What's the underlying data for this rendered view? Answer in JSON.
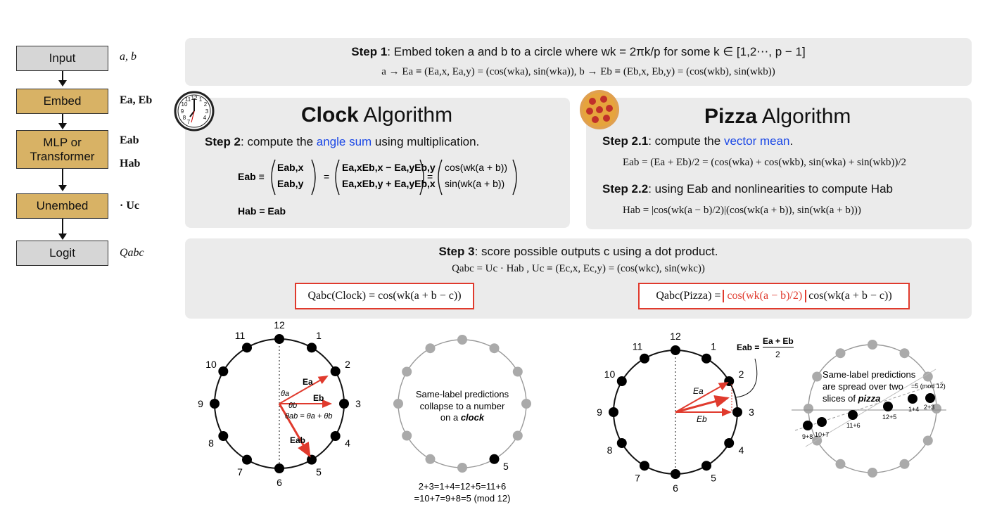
{
  "flow": {
    "input": "Input",
    "embed": "Embed",
    "mlp_line1": "MLP or",
    "mlp_line2": "Transformer",
    "unembed": "Unembed",
    "logit": "Logit",
    "side_input": "a, b",
    "side_embed": "Ea, Eb",
    "side_mlp_e": "Eab",
    "side_mlp_h": "Hab",
    "side_unembed": "· Uc",
    "side_logit": "Qabc"
  },
  "step1": {
    "label": "Step 1",
    "text": ": Embed token a and b to a circle where wk = 2πk/p for some k ∈ [1,2⋯, p − 1]",
    "formula": "a → Ea ≡ (Ea,x, Ea,y) = (cos(wka), sin(wka)), b → Eb ≡ (Eb,x, Eb,y) = (cos(wkb), sin(wkb))"
  },
  "clock": {
    "title_bold": "Clock",
    "title_rest": " Algorithm",
    "step_label": "Step 2",
    "step_text_pre": ": compute the ",
    "step_highlight": "angle sum",
    "step_text_post": " using multiplication.",
    "matrix_lhs": "Eab ≡",
    "vec_top": "Eab,x",
    "vec_bottom": "Eab,y",
    "mid_top": "Ea,xEb,x − Ea,yEb,y",
    "mid_bottom": "Ea,xEb,y + Ea,yEb,x",
    "right_top": "cos(wk(a + b))",
    "right_bottom": "sin(wk(a + b))",
    "h_eq": "Hab = Eab"
  },
  "pizza": {
    "title_bold": "Pizza",
    "title_rest": " Algorithm",
    "step21_label": "Step 2.1",
    "step21_pre": ": compute the ",
    "step21_highlight": "vector mean",
    "step21_post": ".",
    "eq1": "Eab = (Ea + Eb)/2 = (cos(wka) + cos(wkb), sin(wka) + sin(wkb))/2",
    "step22_label": "Step 2.2",
    "step22_text": ": using Eab and nonlinearities to compute Hab",
    "eq2": "Hab = |cos(wk(a − b)/2)|(cos(wk(a + b)), sin(wk(a + b)))"
  },
  "step3": {
    "label": "Step 3",
    "text": ": score possible outputs c using a dot product.",
    "formula": "Qabc = Uc · Hab ,  Uc ≡ (Ec,x, Ec,y) = (cos(wkc), sin(wkc))",
    "clock_box": "Qabc(Clock) = cos(wk(a + b − c))",
    "pizza_box_pre": "Qabc(Pizza) = ",
    "pizza_box_red": "cos(wk(a − b)/2)",
    "pizza_box_post": " cos(wk(a + b − c))"
  },
  "clock_diagram": {
    "numbers": [
      "12",
      "1",
      "2",
      "3",
      "4",
      "5",
      "6",
      "7",
      "8",
      "9",
      "10",
      "11"
    ],
    "label_ea": "Ea",
    "label_eb": "Eb",
    "label_eab": "Eab",
    "label_theta_a": "θa",
    "label_theta_b": "θb",
    "label_theta_ab": "θab = θa + θb"
  },
  "collapse_diagram": {
    "caption": "Same-label predictions collapse to a number on a clock",
    "caption_l1": "Same-label predictions",
    "caption_l2": "collapse to a number",
    "caption_l3_pre": "on a ",
    "caption_l3_em": "clock",
    "point_label": "5",
    "eq_line1": "2+3=1+4=12+5=11+6",
    "eq_line2": "=10+7=9+8=5 (mod 12)"
  },
  "pizza_diagram": {
    "numbers": [
      "12",
      "1",
      "2",
      "3",
      "4",
      "5",
      "6",
      "7",
      "8",
      "9",
      "10",
      "11"
    ],
    "label_ea": "Ea",
    "label_eb": "Eb",
    "label_eab_frac_lhs": "Eab =",
    "label_eab_num": "Ea + Eb",
    "label_eab_den": "2"
  },
  "spread_diagram": {
    "caption_l1": "Same-label predictions",
    "caption_l2": "are spread over two",
    "caption_l3_pre": "slices of ",
    "caption_l3_em": "pizza",
    "mod_label": "=5 (mod 12)",
    "labels": [
      "2+3",
      "1+4",
      "12+5",
      "11+6",
      "10+7",
      "9+8"
    ]
  }
}
